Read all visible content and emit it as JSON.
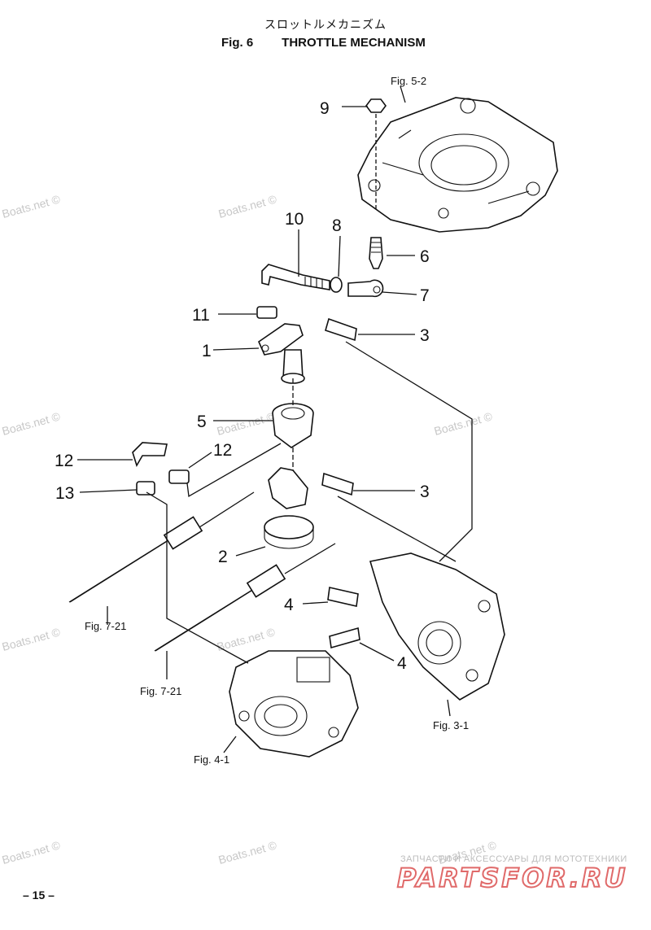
{
  "header": {
    "title_jp": "スロットルメカニズム",
    "fig_label": "Fig. 6",
    "title_en": "THROTTLE MECHANISM"
  },
  "figure_refs": {
    "fig_5_2": "Fig. 5-2",
    "fig_7_21_a": "Fig. 7-21",
    "fig_7_21_b": "Fig. 7-21",
    "fig_3_1": "Fig. 3-1",
    "fig_4_1": "Fig. 4-1"
  },
  "callouts": {
    "c9": "9",
    "c10": "10",
    "c8": "8",
    "c6": "6",
    "c7": "7",
    "c11": "11",
    "c1": "1",
    "c3a": "3",
    "c5": "5",
    "c12a": "12",
    "c12b": "12",
    "c13": "13",
    "c3b": "3",
    "c2": "2",
    "c4a": "4",
    "c4b": "4"
  },
  "watermark": "Boats.net ©",
  "footer": {
    "page_number": "– 15 –",
    "brand_tagline": "ЗАПЧАСТИ И АКСЕССУАРЫ ДЛЯ МОТОТЕХНИКИ",
    "brand_name": "PARTSFOR.RU"
  },
  "colors": {
    "ink": "#111111",
    "watermark": "#c8c8c8",
    "brand": "#e06a6a"
  }
}
